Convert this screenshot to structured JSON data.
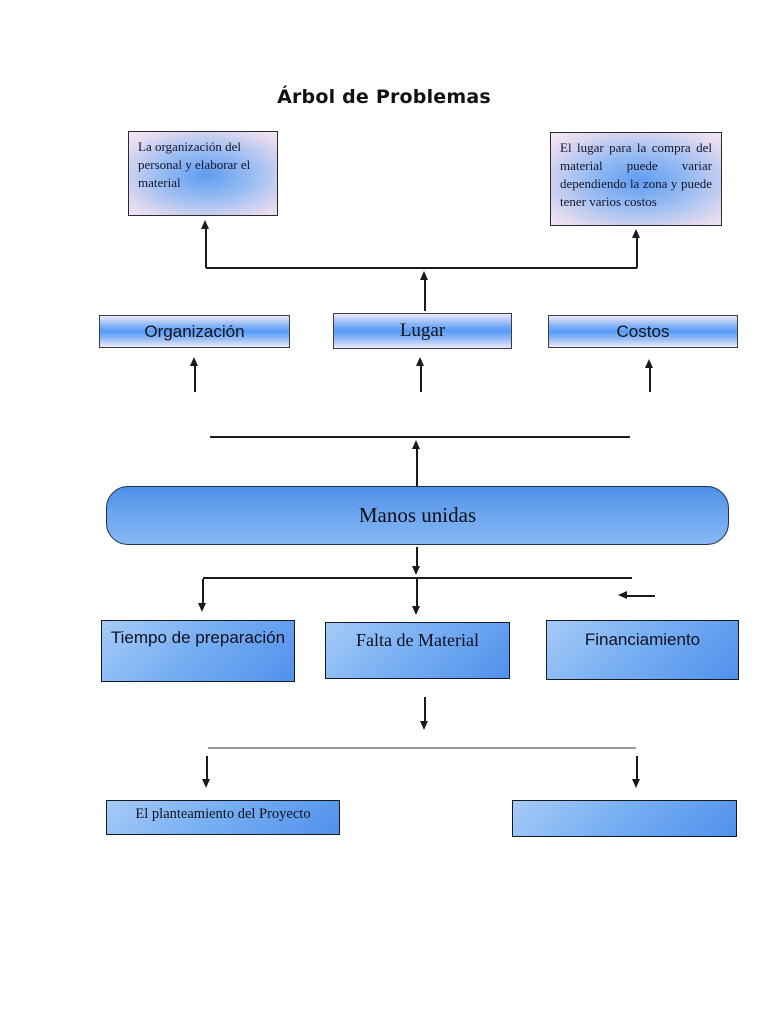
{
  "title": "Árbol de Problemas",
  "colors": {
    "note_center": "#5f9cf0",
    "note_edge": "#f8eef6",
    "band_blue": "#569af6",
    "core_top": "#4c8fe8",
    "core_bottom": "#86b9f5",
    "cause_light": "#a6cbf7",
    "cause_dark": "#5191ec",
    "line": "#1a1a1a"
  },
  "top_notes": {
    "left": "La organización del personal y elaborar el material",
    "right": "El lugar para la compra del material puede variar dependiendo la zona y puede tener varios costos"
  },
  "effects": {
    "items": [
      {
        "label": "Organización"
      },
      {
        "label": "Lugar"
      },
      {
        "label": "Costos"
      }
    ]
  },
  "core_problem": {
    "label": "Manos unidas"
  },
  "causes": {
    "items": [
      {
        "label": "Tiempo de preparación"
      },
      {
        "label": "Falta de Material"
      },
      {
        "label": "Financiamiento"
      }
    ]
  },
  "outcomes": {
    "left": "El planteamiento del Proyecto",
    "right": ""
  }
}
